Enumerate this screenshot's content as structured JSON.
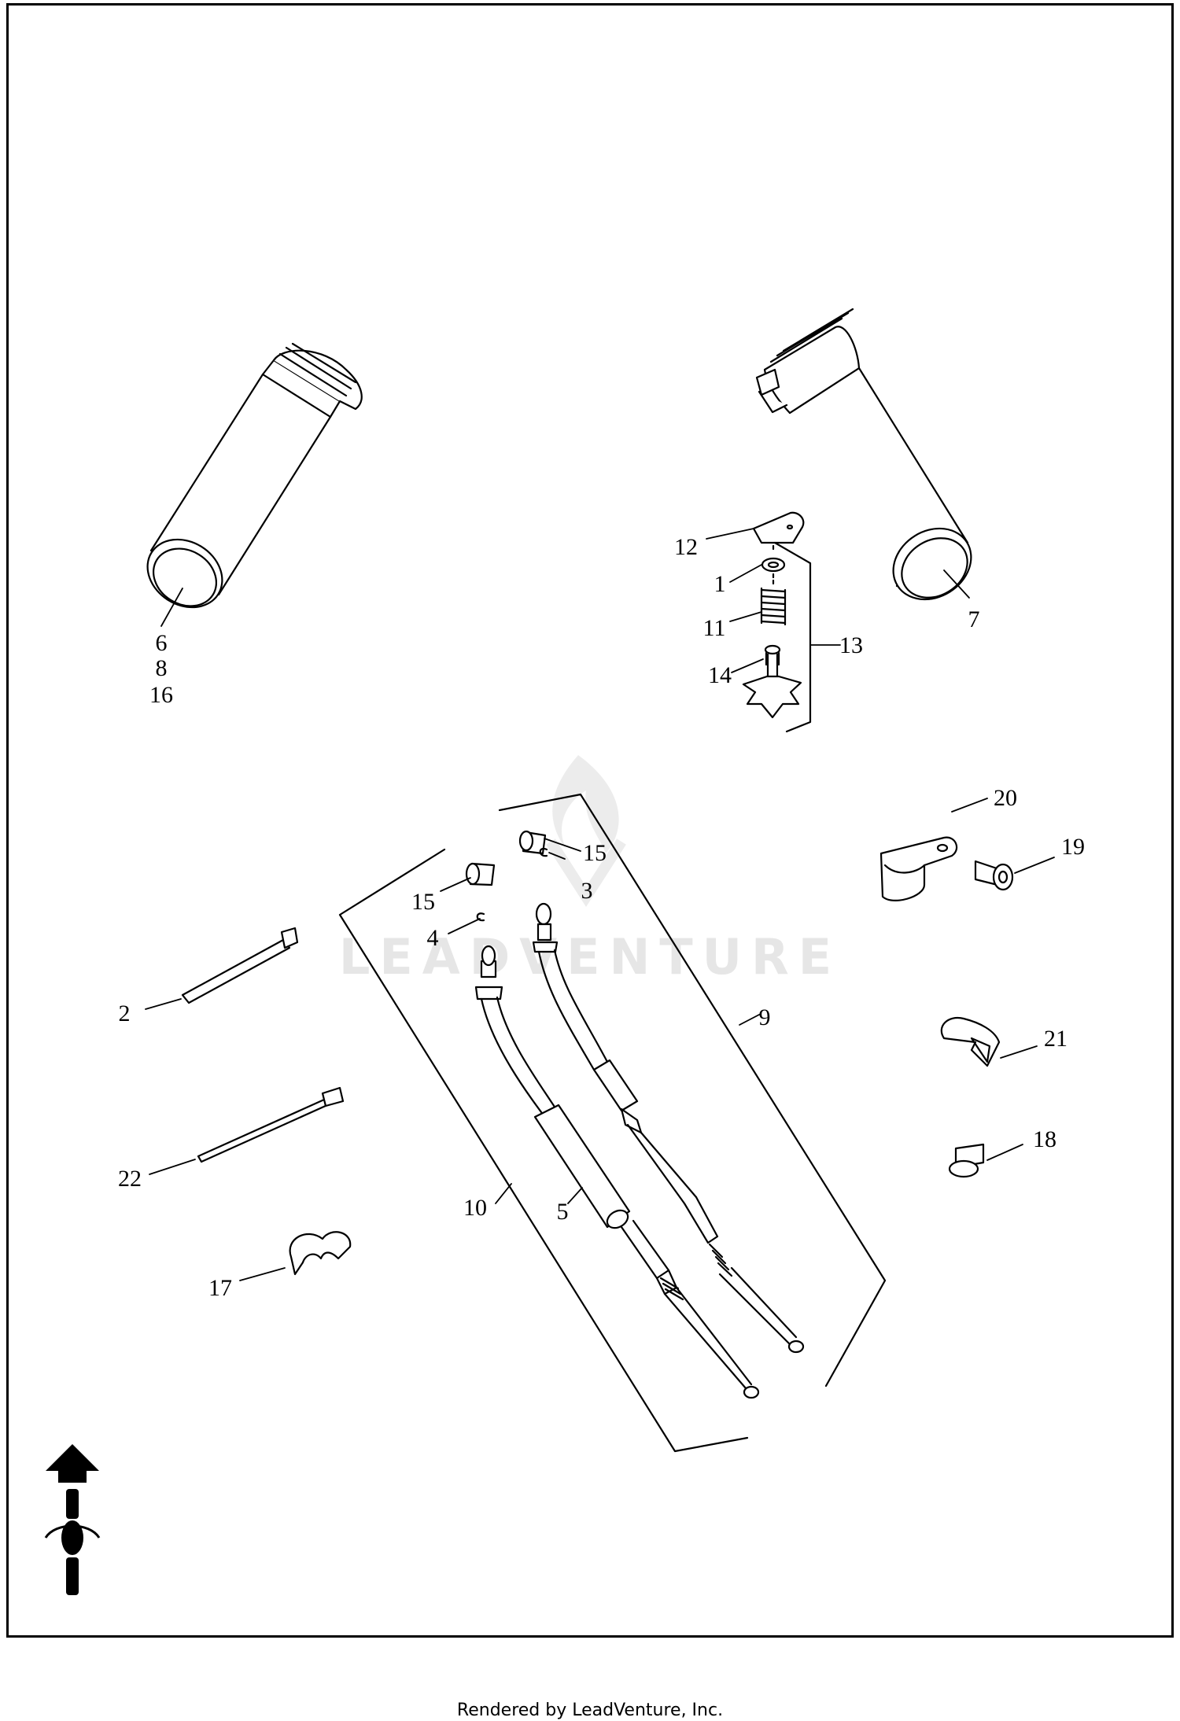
{
  "watermark": {
    "text": "LEADVENTURE"
  },
  "footer": {
    "text": "Rendered by LeadVenture, Inc."
  },
  "callouts": {
    "c6": "6",
    "c8": "8",
    "c16": "16",
    "c7": "7",
    "c12": "12",
    "c1": "1",
    "c11": "11",
    "c13": "13",
    "c14": "14",
    "c20": "20",
    "c19": "19",
    "c15a": "15",
    "c15b": "15",
    "c3": "3",
    "c4": "4",
    "c9": "9",
    "c2": "2",
    "c21": "21",
    "c18": "18",
    "c22": "22",
    "c10": "10",
    "c5": "5",
    "c17": "17"
  },
  "icons": [
    "direction-arrow-icon",
    "motorcycle-top-view-icon"
  ]
}
